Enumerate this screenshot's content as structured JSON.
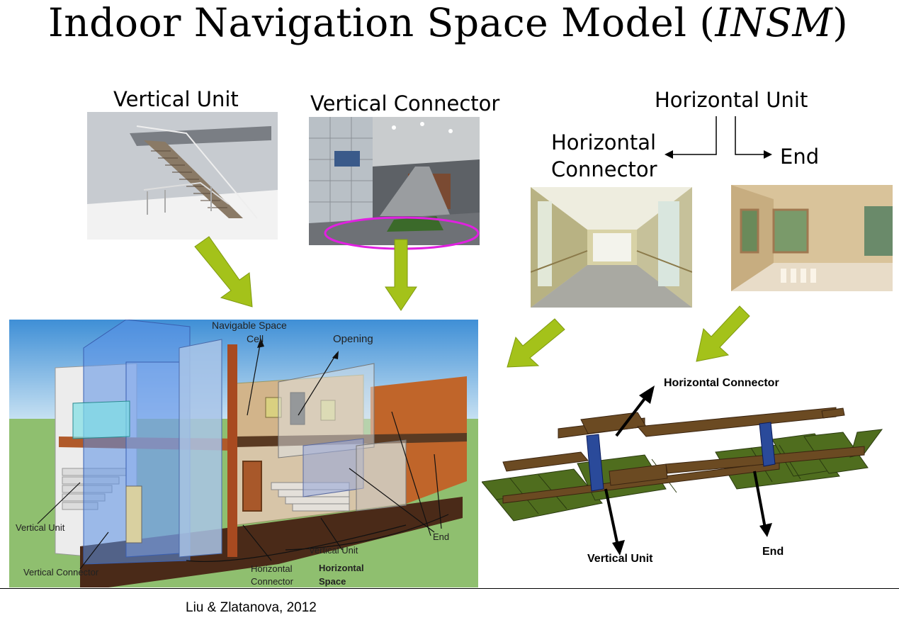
{
  "title": {
    "main": "Indoor Navigation Space Model (",
    "abbr": "INSM",
    "close": ")"
  },
  "labels": {
    "vertical_unit": "Vertical Unit",
    "vertical_connector": "Vertical Connector",
    "horizontal_unit": "Horizontal Unit",
    "horizontal_connector_l1": "Horizontal",
    "horizontal_connector_l2": "Connector",
    "end": "End"
  },
  "diagram_left": {
    "navigable_l1": "Navigable Space",
    "navigable_l2": "Cell",
    "opening": "Opening",
    "vertical_unit": "Vertical Unit",
    "vertical_connector": "Vertical Connector",
    "horizontal_connector_l1": "Horizontal",
    "horizontal_connector_l2": "Connector",
    "vertical_unit_mid": "Vertical Unit",
    "horizontal_space_l1": "Horizontal",
    "horizontal_space_l2": "Space",
    "end": "End"
  },
  "diagram_right": {
    "horizontal_connector": "Horizontal Connector",
    "vertical_unit": "Vertical Unit",
    "end": "End"
  },
  "footer": {
    "credit": "Liu & Zlatanova, 2012"
  },
  "colors": {
    "arrow_green": "#a4c21a",
    "ellipse": "#e020e0",
    "floor_plan_green": "#4a6a20",
    "floor_plan_brown": "#6b4a22",
    "stair_blue": "#2a4a9a"
  }
}
